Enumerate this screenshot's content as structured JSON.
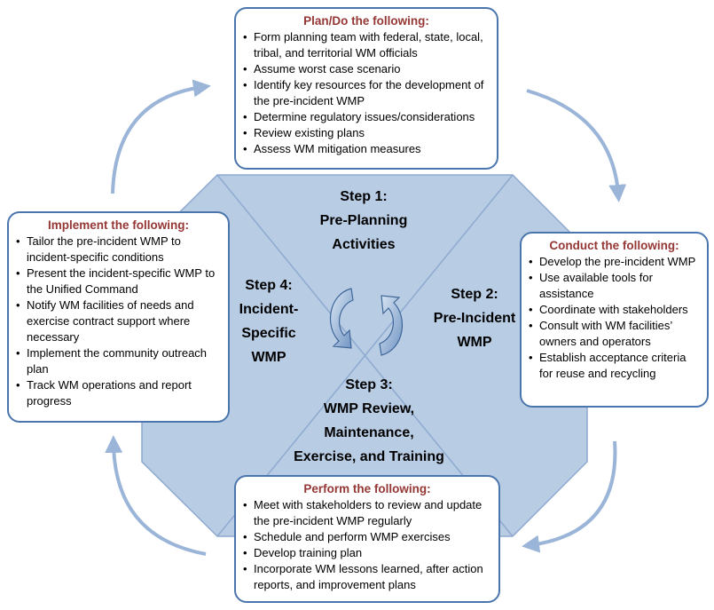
{
  "colors": {
    "octagon_fill": "#b8cce4",
    "octagon_stroke": "#8eaad0",
    "box_border": "#4a76ad",
    "title_red": "#953735",
    "cycle_arrow": "#9ab5d8"
  },
  "steps": [
    {
      "line1": "Step 1:",
      "line2": "Pre-Planning",
      "line3": "Activities"
    },
    {
      "line1": "Step 2:",
      "line2": "Pre-Incident",
      "line3": "WMP"
    },
    {
      "line1": "Step 3:",
      "line2": "WMP Review,",
      "line3": "Maintenance,",
      "line4": "Exercise, and Training"
    },
    {
      "line1": "Step 4:",
      "line2": "Incident-",
      "line3": "Specific",
      "line4": "WMP"
    }
  ],
  "boxes": {
    "plan": {
      "title": "Plan/Do the following:",
      "items": [
        "Form planning team with federal, state, local, tribal, and territorial WM officials",
        "Assume worst case scenario",
        "Identify key resources for the development of the pre-incident WMP",
        "Determine regulatory issues/considerations",
        "Review existing plans",
        "Assess WM mitigation measures"
      ]
    },
    "conduct": {
      "title": "Conduct the following:",
      "items": [
        "Develop the pre-incident WMP",
        "Use available tools for assistance",
        "Coordinate with stakeholders",
        "Consult with WM facilities’ owners and operators",
        "Establish acceptance criteria for reuse and recycling"
      ]
    },
    "perform": {
      "title": "Perform the following:",
      "items": [
        "Meet with stakeholders to review and update the pre-incident WMP regularly",
        "Schedule and perform WMP exercises",
        "Develop training plan",
        "Incorporate WM lessons learned, after action reports, and improvement plans"
      ]
    },
    "implement": {
      "title": "Implement the following:",
      "items": [
        "Tailor the pre-incident WMP to incident-specific conditions",
        "Present the incident-specific WMP to the Unified Command",
        "Notify WM facilities of needs and exercise contract support where necessary",
        "Implement the community outreach plan",
        "Track WM operations and report progress"
      ]
    }
  }
}
